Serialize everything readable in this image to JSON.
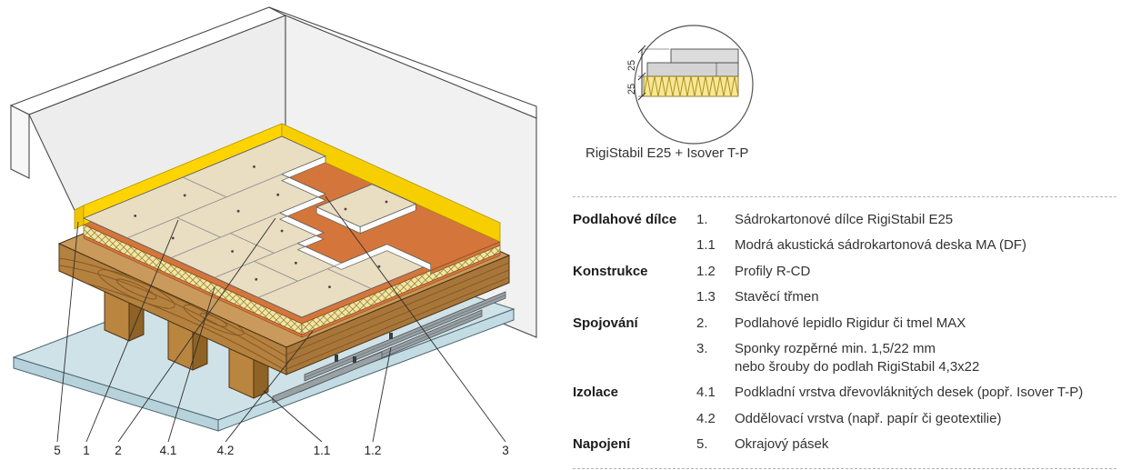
{
  "diagram": {
    "callouts": [
      "5",
      "1",
      "2",
      "4.1",
      "4.2",
      "1.1",
      "1.2",
      "3"
    ]
  },
  "detail": {
    "label": "RigiStabil E25 + Isover T-P",
    "dims": [
      "25",
      "25"
    ]
  },
  "legend": {
    "rows": [
      {
        "category": "Podlahové dílce",
        "num": "1.",
        "text": "Sádrokartonové dílce RigiStabil E25"
      },
      {
        "category": "",
        "num": "1.1",
        "text": "Modrá akustická sádrokartonová deska MA (DF)"
      },
      {
        "category": "Konstrukce",
        "num": "1.2",
        "text": "Profily R-CD"
      },
      {
        "category": "",
        "num": "1.3",
        "text": "Stavěcí třmen"
      },
      {
        "category": "Spojování",
        "num": "2.",
        "text": "Podlahové lepidlo Rigidur či tmel MAX"
      },
      {
        "category": "",
        "num": "3.",
        "text": "Sponky rozpěrné min. 1,5/22 mm",
        "text2": "nebo šrouby do podlah RigiStabil 4,3x22"
      },
      {
        "category": "Izolace",
        "num": "4.1",
        "text": "Podkladní vrstva dřevovláknitých desek (popř. Isover T-P)"
      },
      {
        "category": "",
        "num": "4.2",
        "text": "Oddělovací vrstva (např. papír či geotextilie)"
      },
      {
        "category": "Napojení",
        "num": "5.",
        "text": "Okrajový pásek"
      }
    ]
  },
  "colors": {
    "edge_strip": "#ffd400",
    "separation_layer": "#d4763b",
    "blue_board": "#cfe2e8",
    "gypsum_board": "#e9ddc2",
    "insulation": "#f0e5ab",
    "wood": "#b5813f",
    "profile": "#9aa2a6"
  }
}
